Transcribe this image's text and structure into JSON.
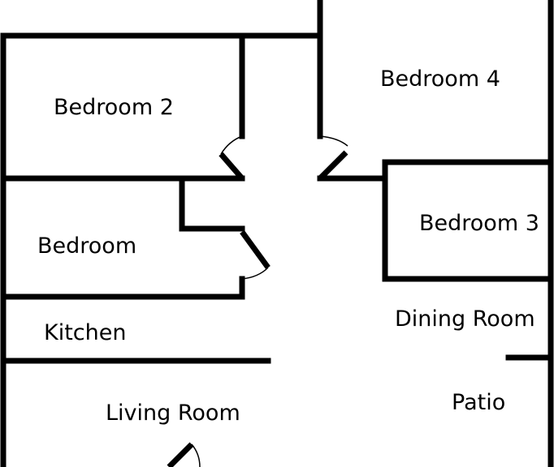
{
  "rooms": {
    "bedroom_2": "Bedroom 2",
    "bedroom_4": "Bedroom 4",
    "bedroom_3": "Bedroom 3",
    "bedroom": "Bedroom",
    "kitchen": "Kitchen",
    "dining_room": "Dining Room",
    "patio": "Patio",
    "living_room": "Living Room"
  },
  "colors": {
    "wall": "#000000",
    "background": "#ffffff",
    "text": "#000000"
  }
}
